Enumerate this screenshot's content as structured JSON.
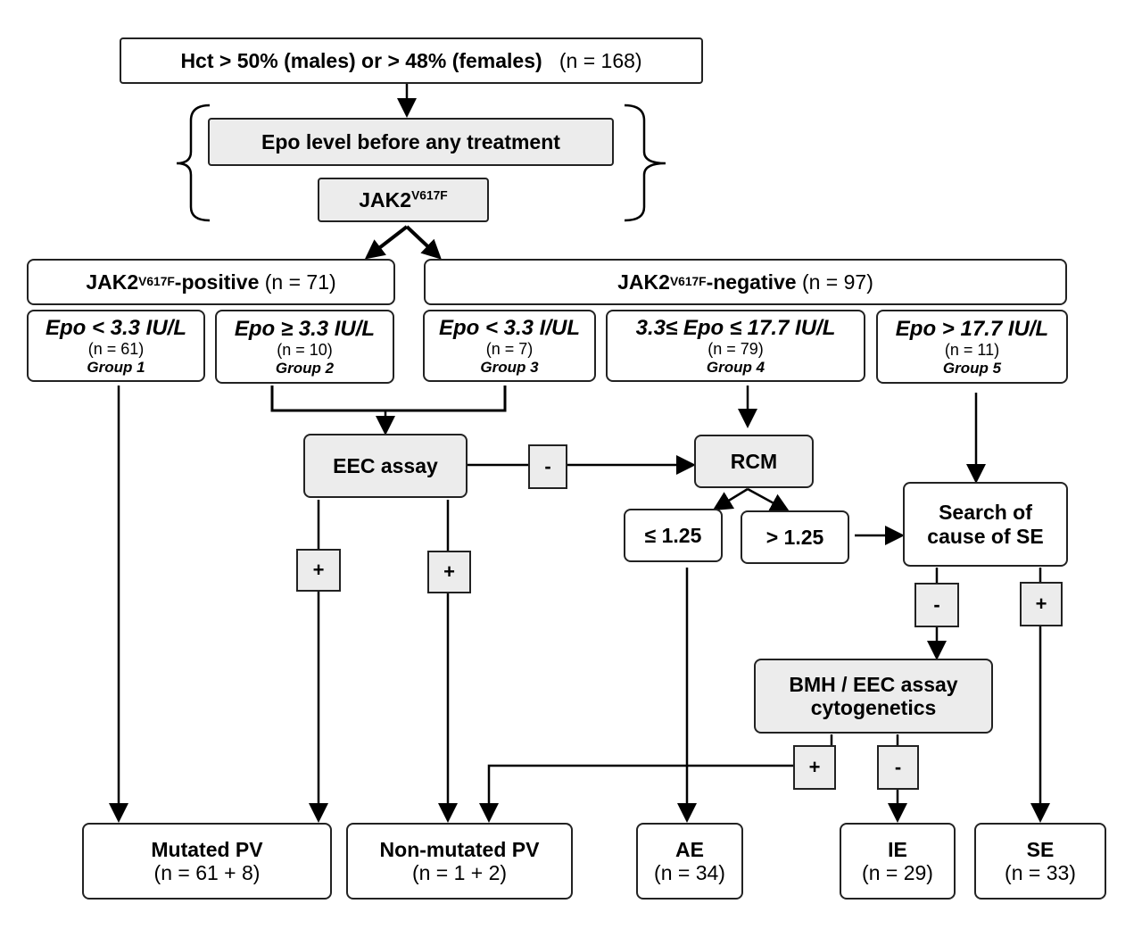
{
  "top": {
    "criterion": "Hct > 50% (males) or > 48% (females)",
    "n": "(n = 168)"
  },
  "epo_level": "Epo level before any treatment",
  "jak2": {
    "base": "JAK2",
    "sup": "V617F"
  },
  "positive": {
    "base": "JAK2",
    "sup": "V617F",
    "suffix": "-positive",
    "n": "(n = 71)"
  },
  "negative": {
    "base": "JAK2",
    "sup": "V617F",
    "suffix": "-negative",
    "n": "(n = 97)"
  },
  "groups": [
    {
      "condition": "Epo < 3.3 IU/L",
      "n": "(n = 61)",
      "label": "Group 1"
    },
    {
      "condition": "Epo ≥ 3.3 IU/L",
      "n": "(n = 10)",
      "label": "Group 2"
    },
    {
      "condition": "Epo < 3.3 I/UL",
      "n": "(n = 7)",
      "label": "Group 3"
    },
    {
      "condition": "3.3≤ Epo ≤ 17.7 IU/L",
      "n": "(n = 79)",
      "label": "Group 4"
    },
    {
      "condition": "Epo > 17.7 IU/L",
      "n": "(n = 11)",
      "label": "Group 5"
    }
  ],
  "eec_assay": "EEC assay",
  "rcm": "RCM",
  "rcm_low": "≤ 1.25",
  "rcm_high": "> 1.25",
  "search": {
    "line1": "Search of",
    "line2": "cause of SE"
  },
  "bmh": {
    "line1": "BMH / EEC assay",
    "line2": "cytogenetics"
  },
  "signs": {
    "minus": "-",
    "plus": "+"
  },
  "outcomes": [
    {
      "title": "Mutated PV",
      "n": "(n = 61 + 8)"
    },
    {
      "title": "Non-mutated PV",
      "n": "(n = 1 + 2)"
    },
    {
      "title": "AE",
      "n": "(n = 34)"
    },
    {
      "title": "IE",
      "n": "(n = 29)"
    },
    {
      "title": "SE",
      "n": "(n = 33)"
    }
  ]
}
